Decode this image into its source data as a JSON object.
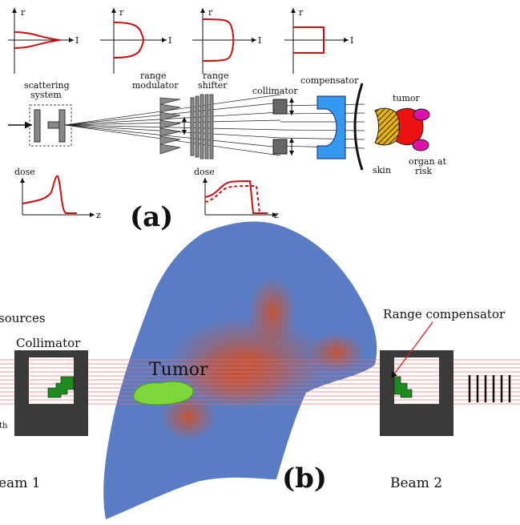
{
  "panel_a": {
    "label": "(a)",
    "axis_r": "r",
    "axis_i": "I",
    "axis_dose": "dose",
    "axis_z": "z",
    "labels": {
      "scattering": "scattering",
      "system": "system",
      "range_modulator_1": "range",
      "range_modulator_2": "modulator",
      "range_shifter_1": "range",
      "range_shifter_2": "shifter",
      "collimator": "collimator",
      "compensator": "compensator",
      "tumor": "tumor",
      "skin": "skin",
      "organ_at_risk_1": "organ at",
      "organ_at_risk_2": "risk"
    },
    "colors": {
      "curve": "#cc1111",
      "compensator": "#3399ee",
      "tumor": "#ee1111",
      "organ": "#dd11aa",
      "hatch": "#e8b400"
    }
  },
  "panel_b": {
    "label": "(b)",
    "tumor": "Tumor",
    "tumor_faint": "Tumor",
    "sources": "sources",
    "collimator": "Collimator",
    "range_compensator": "Range compensator",
    "beam1": "eam 1",
    "beam2": "Beam 2",
    "depth": "th",
    "colors": {
      "lung_blue": "#5a7cc4",
      "lung_red": "#c05a3e",
      "tumor": "#7dd63a",
      "block": "#3a3a3a",
      "comp": "#1f8a1f"
    }
  }
}
